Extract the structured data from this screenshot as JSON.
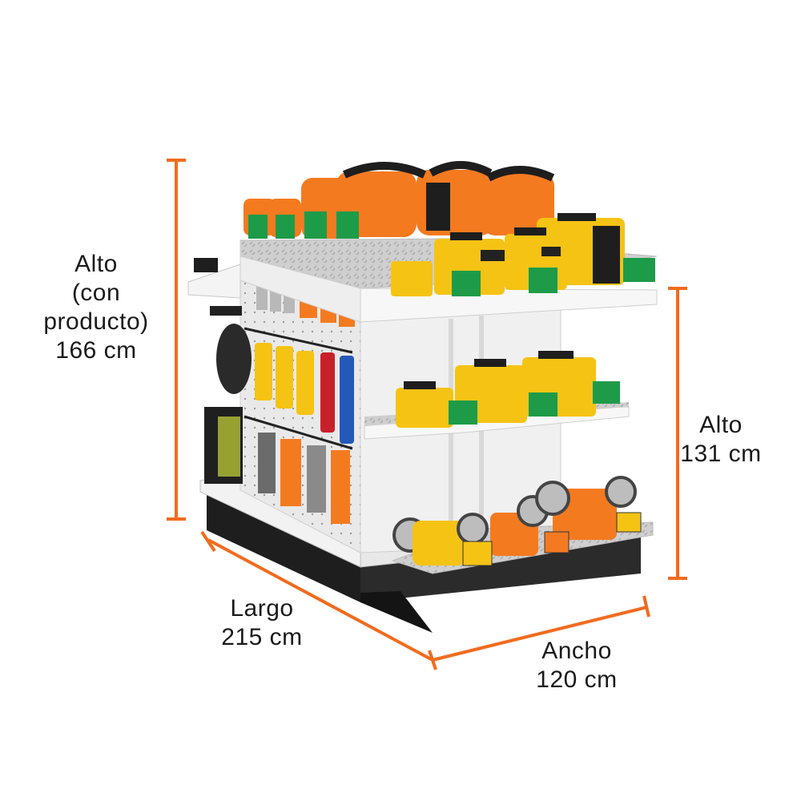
{
  "labels": {
    "alto_con_producto": {
      "line1": "Alto",
      "line2": "(con producto)",
      "line3": "166 cm"
    },
    "alto": {
      "line1": "Alto",
      "line2": "131 cm"
    },
    "largo": {
      "line1": "Largo",
      "line2": "215 cm"
    },
    "ancho": {
      "line1": "Ancho",
      "line2": "120 cm"
    }
  },
  "colors": {
    "dimension_line": "#f26b1d",
    "tool_orange": "#f47a20",
    "tool_yellow": "#f5c314",
    "price_tag_green": "#1e9b48",
    "base_black": "#1e1e1e",
    "shelf_white": "#f4f4f4",
    "diamond_plate": "#c9c9c9"
  },
  "icons": [
    "truper-welder",
    "bench-grinder",
    "welding-helmet",
    "welding-glove"
  ]
}
